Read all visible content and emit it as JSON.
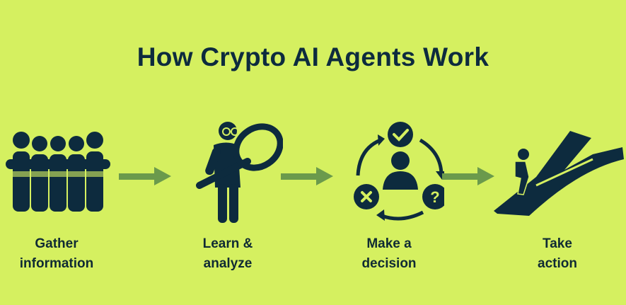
{
  "title": "How Crypto AI Agents Work",
  "steps": [
    {
      "line1": "Gather",
      "line2": "information",
      "icon": "team-huddle-icon"
    },
    {
      "line1": "Learn &",
      "line2": "analyze",
      "icon": "person-magnifying-glass-icon"
    },
    {
      "line1": "Make a",
      "line2": "decision",
      "icon": "decision-cycle-icon"
    },
    {
      "line1": "Take",
      "line2": "action",
      "icon": "person-walking-path-icon"
    }
  ],
  "colors": {
    "background": "#d5f060",
    "icon": "#0d2b3e",
    "arrow": "#6b9a4c"
  }
}
